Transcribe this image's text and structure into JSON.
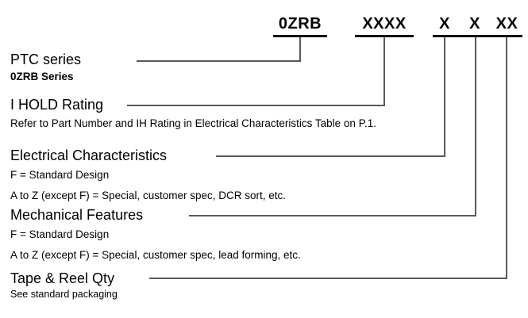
{
  "diagram": {
    "type": "part-number-breakdown",
    "part_number_segments": [
      {
        "text": "0ZRB",
        "field": "ptc-series"
      },
      {
        "text": "XXXX",
        "field": "i-hold-rating"
      },
      {
        "text": "X",
        "field": "electrical-characteristics"
      },
      {
        "text": "X",
        "field": "mechanical-features"
      },
      {
        "text": "XX",
        "field": "tape-and-reel-qty"
      }
    ],
    "blocks": [
      {
        "id": "ptc-series",
        "title": "PTC series",
        "lines": [
          {
            "text": "0ZRB Series",
            "style": "bold"
          }
        ]
      },
      {
        "id": "i-hold-rating",
        "title": "I HOLD Rating",
        "lines": [
          {
            "text": "Refer to Part Number and IH Rating in Electrical Characteristics Table on P.1.",
            "style": "normal"
          }
        ]
      },
      {
        "id": "electrical-characteristics",
        "title": "Electrical Characteristics",
        "lines": [
          {
            "text": "F = Standard Design",
            "style": "normal"
          },
          {
            "text": "A to Z (except F) = Special, customer spec, DCR sort, etc.",
            "style": "normal"
          }
        ]
      },
      {
        "id": "mechanical-features",
        "title": "Mechanical Features",
        "lines": [
          {
            "text": "F = Standard Design",
            "style": "normal"
          },
          {
            "text": "A to Z (except F) = Special, customer spec, lead forming, etc.",
            "style": "normal"
          }
        ]
      },
      {
        "id": "tape-and-reel-qty",
        "title": "Tape & Reel Qty",
        "lines": [
          {
            "text": "See standard packaging",
            "style": "normal"
          }
        ]
      }
    ],
    "colors": {
      "text": "#000000",
      "rule": "#000000",
      "leader": "#555a5e",
      "background": "#ffffff"
    }
  }
}
